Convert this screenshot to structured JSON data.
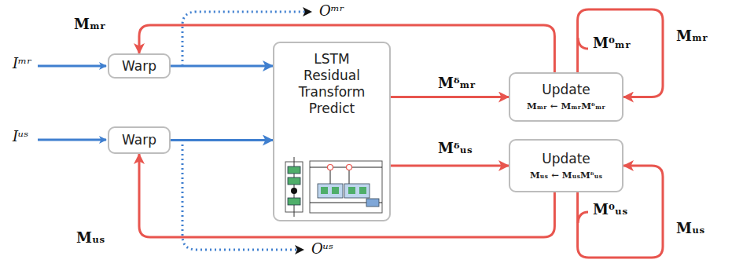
{
  "diagram": {
    "nodes": [
      {
        "text": [
          "Warp"
        ]
      },
      {
        "text": [
          "Warp"
        ]
      },
      {
        "text": [
          "LSTM Residual Transform Predict"
        ]
      },
      {
        "text": [
          "Update",
          "Mₘᵣ ← MₘᵣMᵟₘᵣ"
        ]
      },
      {
        "text": [
          "Update",
          "Mᵤₛ ← MᵤₛMᵟᵤₛ"
        ]
      }
    ],
    "edges": [
      {
        "from": 0,
        "to": 2,
        "arrow": "to"
      },
      {
        "from": 1,
        "to": 2,
        "arrow": "to"
      },
      {
        "from": 2,
        "to": 3,
        "label": "Mᵟₘᵣ",
        "arrow": "to"
      },
      {
        "from": 2,
        "to": 4,
        "label": "Mᵟᵤₛ",
        "arrow": "to"
      },
      {
        "from": 3,
        "to": 0,
        "label": "Mₘᵣ",
        "arrow": "to"
      },
      {
        "from": 4,
        "to": 1,
        "label": "Mᵤₛ",
        "arrow": "to"
      },
      {
        "from": 3,
        "to": 3,
        "label": "Mₘᵣ",
        "arrow": "to"
      },
      {
        "from": 4,
        "to": 4,
        "label": "Mᵤₛ",
        "arrow": "to"
      }
    ],
    "labels": [
      "Iᵐʳ",
      "Iᵘˢ",
      "Oᵐʳ",
      "Oᵘˢ",
      "M⁰ₘᵣ",
      "M⁰ᵤₛ"
    ]
  }
}
